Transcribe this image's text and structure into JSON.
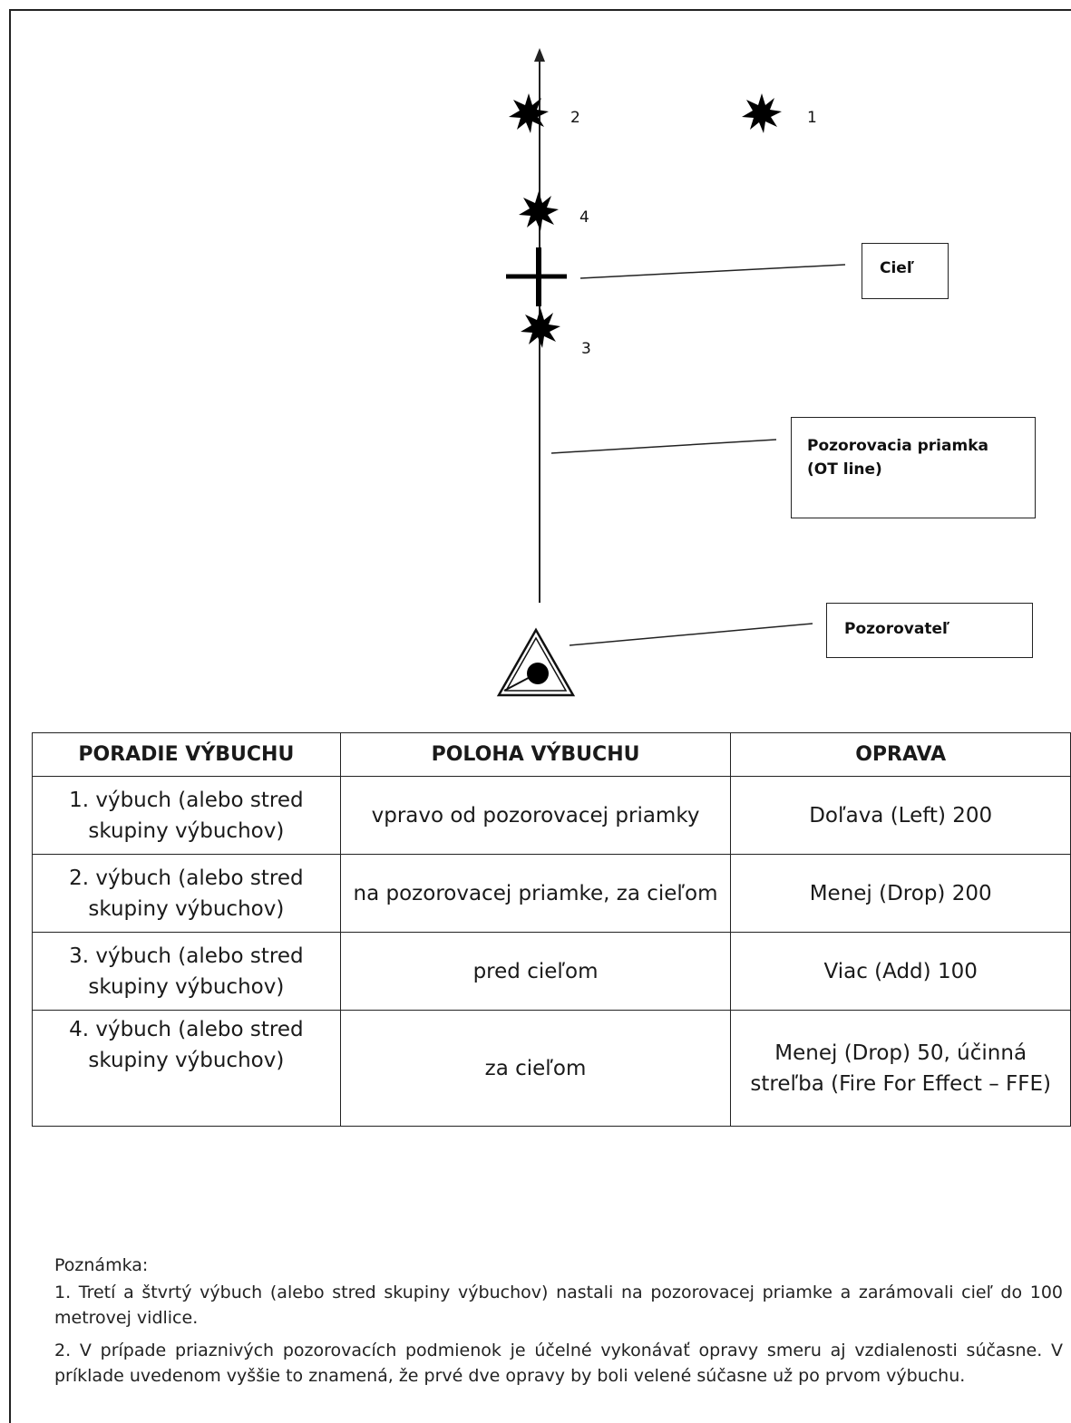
{
  "diagram": {
    "burst_labels": [
      "2",
      "1",
      "4",
      "3"
    ],
    "target_label": "Cieľ",
    "ot_line_label": [
      "Pozorovacia priamka",
      "(OT line)"
    ],
    "observer_label": "Pozorovateľ"
  },
  "table": {
    "headers": [
      "PORADIE VÝBUCHU",
      "POLOHA VÝBUCHU",
      "OPRAVA"
    ],
    "rows": [
      {
        "order": "1. výbuch (alebo stred skupiny výbuchov)",
        "position": "vpravo od pozorovacej priamky",
        "correction": "Doľava (Left) 200"
      },
      {
        "order": "2. výbuch (alebo stred skupiny výbuchov)",
        "position": "na pozorovacej priamke, za cieľom",
        "correction": "Menej (Drop) 200"
      },
      {
        "order": "3. výbuch (alebo stred skupiny výbuchov)",
        "position": "pred cieľom",
        "correction": "Viac (Add) 100"
      },
      {
        "order": "4. výbuch (alebo stred skupiny výbuchov)",
        "position": "za cieľom",
        "correction": "Menej (Drop) 50, účinná streľba (Fire For Effect – FFE)"
      }
    ]
  },
  "notes": {
    "heading": "Poznámka:",
    "items": [
      "1. Tretí a štvrtý výbuch (alebo stred skupiny výbuchov) nastali na pozorovacej priamke a zarámovali cieľ do 100 metrovej vidlice.",
      "2. V prípade priaznivých pozorovacích podmienok je účelné vykonávať opravy smeru aj vzdialenosti súčasne. V príklade uvedenom vyššie to znamená, že prvé dve opravy by boli velené súčasne už po prvom výbuchu."
    ]
  },
  "colors": {
    "line": "#222222",
    "burst": "#000000"
  }
}
